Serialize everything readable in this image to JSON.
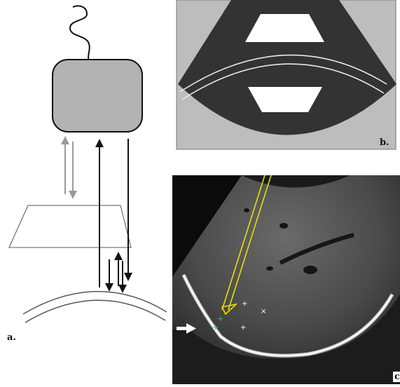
{
  "panels": {
    "a": {
      "label": "a."
    },
    "b": {
      "label": "b."
    },
    "c": {
      "label": "c"
    }
  },
  "colors": {
    "probe_fill": "#b3b3b3",
    "panel_b_bg": "#bdbdbd",
    "panel_b_fan": "#333333",
    "echo_bg": "#0b0b0b",
    "measure_line": "#e8e000",
    "marker_green": "#2ecc40",
    "reflected_arrow": "#9a9a9a"
  },
  "icons": {
    "white_arrow": "right-pointing-arrow-icon"
  }
}
